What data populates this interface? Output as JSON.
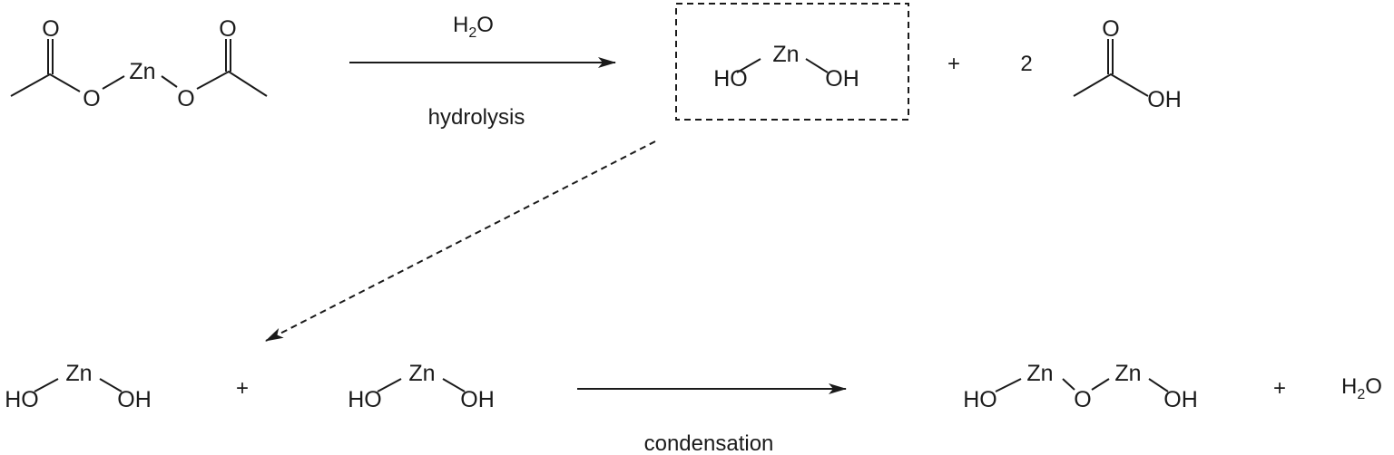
{
  "reactant": {
    "metal": "Zn",
    "o_left": "O",
    "o_right": "O",
    "carbonyl_left": "O",
    "carbonyl_right": "O"
  },
  "step1": {
    "reagent_main": "H",
    "reagent_sub": "2",
    "reagent_tail": "O",
    "label": "hydrolysis"
  },
  "intermediate": {
    "metal": "Zn",
    "left_group": "HO",
    "right_group": "OH"
  },
  "plus_1": "+",
  "coefficient": "2",
  "acetic_acid": {
    "carbonyl": "O",
    "hydroxyl": "OH"
  },
  "bottom_left": {
    "metal": "Zn",
    "left_group": "HO",
    "right_group": "OH"
  },
  "plus_2": "+",
  "bottom_mid": {
    "metal": "Zn",
    "left_group": "HO",
    "right_group": "OH"
  },
  "step2": {
    "label": "condensation"
  },
  "product_dimer": {
    "metal_left": "Zn",
    "metal_right": "Zn",
    "bridge": "O",
    "left_group": "HO",
    "right_group": "OH"
  },
  "plus_3": "+",
  "water_product": {
    "main": "H",
    "sub": "2",
    "tail": "O"
  }
}
